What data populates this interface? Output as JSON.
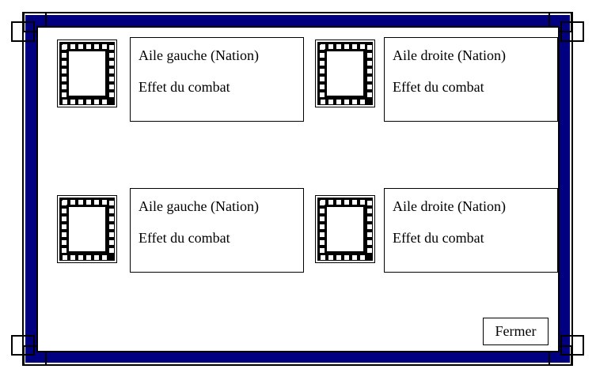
{
  "window": {
    "frame_color": "#000080",
    "background_color": "#ffffff",
    "border_color": "#000000"
  },
  "corner_handles": [
    {
      "name": "top-left"
    },
    {
      "name": "top-right"
    },
    {
      "name": "bottom-left"
    },
    {
      "name": "bottom-right"
    }
  ],
  "main": {
    "entries": [
      {
        "image": {
          "icon": "film-strip-placeholder",
          "alt": ""
        },
        "title": "Aile gauche (Nation)",
        "subtitle": "Effet du combat"
      },
      {
        "image": {
          "icon": "film-strip-placeholder",
          "alt": ""
        },
        "title": "Aile droite (Nation)",
        "subtitle": "Effet du combat"
      },
      {
        "image": {
          "icon": "film-strip-placeholder",
          "alt": ""
        },
        "title": "Aile gauche (Nation)",
        "subtitle": "Effet du combat"
      },
      {
        "image": {
          "icon": "film-strip-placeholder",
          "alt": ""
        },
        "title": "Aile droite (Nation)",
        "subtitle": "Effet du combat"
      }
    ]
  },
  "footer": {
    "close_label": "Fermer"
  }
}
